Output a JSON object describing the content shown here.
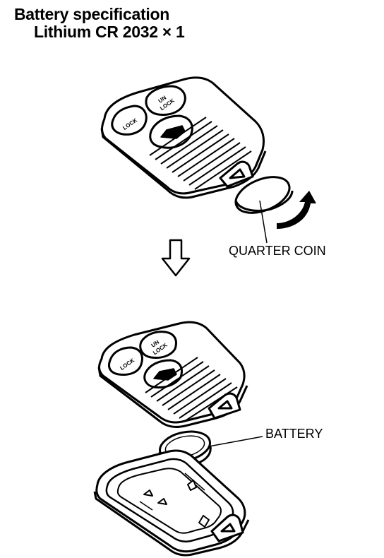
{
  "header": {
    "title": "Battery specification",
    "subtitle": "Lithium CR 2032 × 1"
  },
  "callouts": {
    "coin": "QUARTER COIN",
    "battery": "BATTERY"
  },
  "buttons": {
    "lock": "LOCK",
    "unlock_line1": "UN",
    "unlock_line2": "LOCK"
  },
  "icons": {
    "arrow": "down-arrow-icon",
    "rotation": "curved-arrow-icon"
  }
}
